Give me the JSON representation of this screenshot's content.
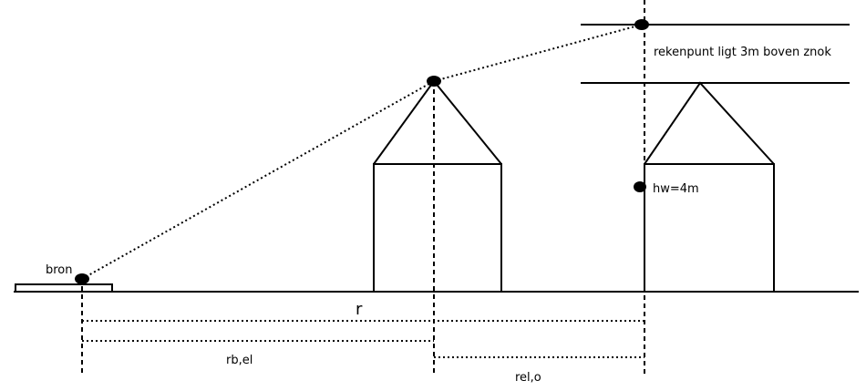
{
  "labels": {
    "source": "bron",
    "receiver_note": "rekenpunt ligt 3m boven znok",
    "height_marker": "hw=4m",
    "distance_total": "r",
    "distance_source_edge": "rb,el",
    "distance_edge_receiver": "rel,o"
  },
  "colors": {
    "line": "#000000",
    "background": "#ffffff"
  }
}
